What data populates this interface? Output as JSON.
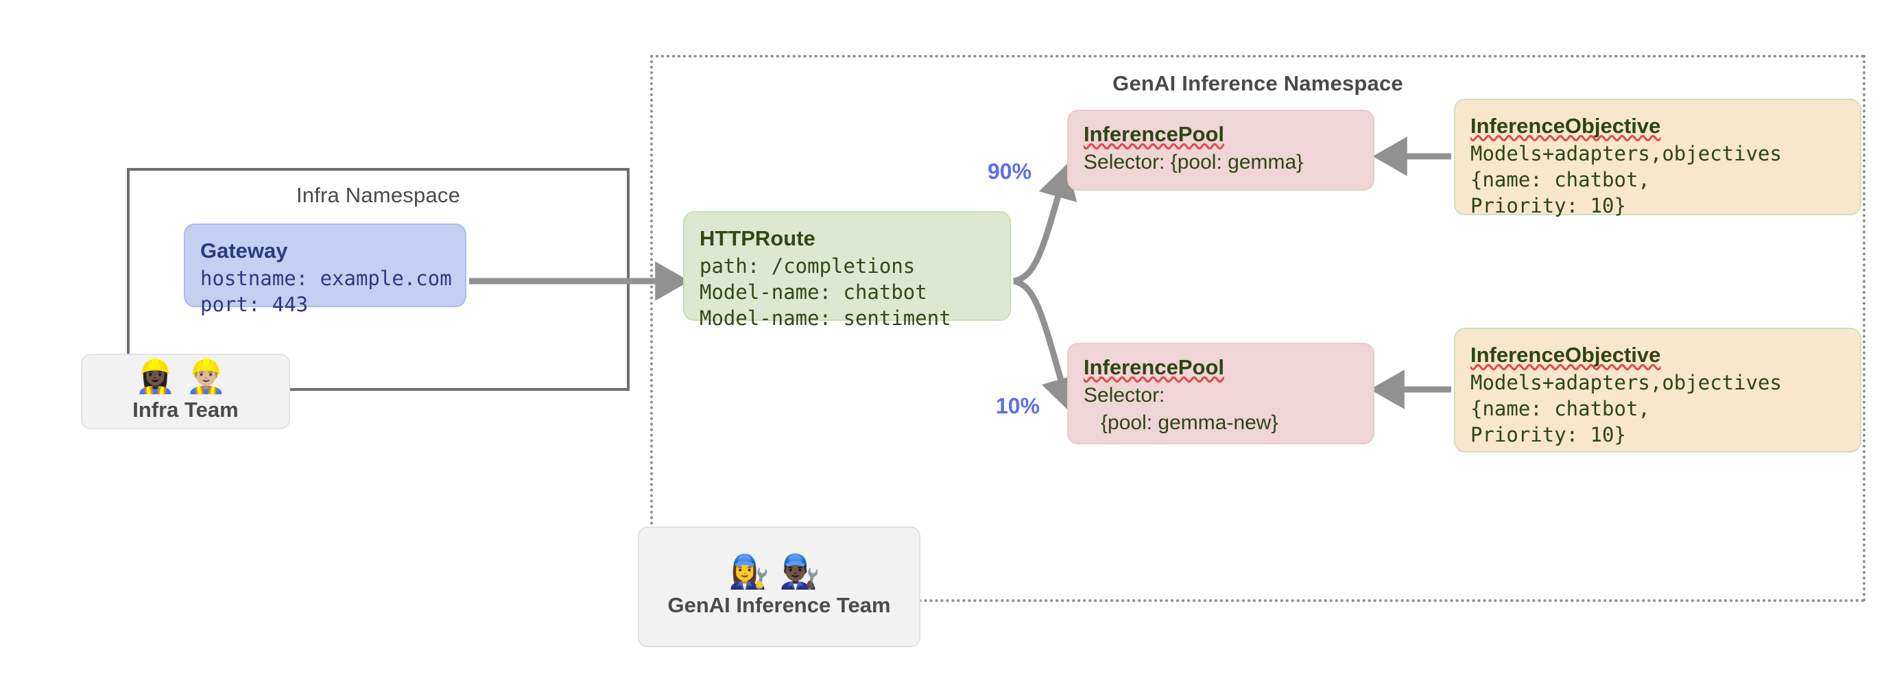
{
  "diagram": {
    "title": "Gateway API Inference Extension topology",
    "colors": {
      "gateway_fill": "#c3d0f2",
      "httproute_fill": "#dde8d1",
      "pool_fill": "#efd5d5",
      "objective_fill": "#f8e7cc",
      "team_fill": "#f2f2f2",
      "percent_label": "#5b6fe8",
      "connector": "#919191",
      "namespace_border": "#6e6e6e"
    }
  },
  "namespaces": {
    "infra": {
      "label": "Infra Namespace",
      "border_style": "solid"
    },
    "genai": {
      "label": "GenAI Inference Namespace",
      "border_style": "dotted"
    }
  },
  "nodes": {
    "gateway": {
      "title": "Gateway",
      "lines": [
        "hostname: example.com",
        "port: 443"
      ]
    },
    "httproute": {
      "title": "HTTPRoute",
      "lines": [
        "path: /completions",
        "Model-name: chatbot",
        "Model-name: sentiment"
      ]
    },
    "pool_top": {
      "title": "InferencePool",
      "lines": [
        "Selector: {pool: gemma}"
      ]
    },
    "pool_bottom": {
      "title": "InferencePool",
      "lines": [
        "Selector:",
        "   {pool: gemma-new}"
      ]
    },
    "objective_top": {
      "title": "InferenceObjective",
      "lines": [
        "Models+adapters,objectives",
        "{name: chatbot,",
        "Priority: 10}"
      ]
    },
    "objective_bottom": {
      "title": "InferenceObjective",
      "lines": [
        "Models+adapters,objectives",
        "{name: chatbot,",
        "Priority: 10}"
      ]
    }
  },
  "teams": {
    "infra": {
      "label": "Infra Team",
      "emojis": "👷🏿‍♀️👷🏼‍♂️",
      "icon_names": [
        "construction-worker-woman-icon",
        "construction-worker-man-icon"
      ]
    },
    "genai": {
      "label": "GenAI Inference Team",
      "emojis": "👩‍🔧👨🏿‍🔧",
      "icon_names": [
        "mechanic-woman-icon",
        "mechanic-man-icon"
      ]
    }
  },
  "edges": {
    "gateway_to_httproute": {
      "label": ""
    },
    "httproute_to_pool_top": {
      "label": "90%"
    },
    "httproute_to_pool_bottom": {
      "label": "10%"
    },
    "objective_top_to_pool_top": {
      "label": ""
    },
    "objective_bottom_to_pool_bottom": {
      "label": ""
    }
  }
}
